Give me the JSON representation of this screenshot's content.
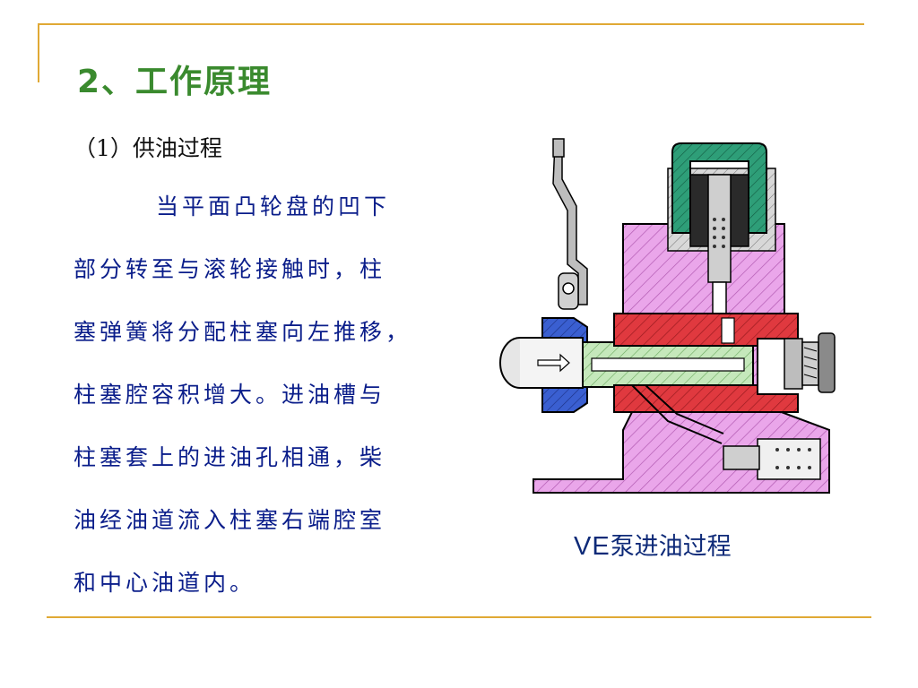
{
  "slide": {
    "title": "2、工作原理",
    "subtitle": "（1）供油过程",
    "body_lines": [
      "当平面凸轮盘的凹下",
      "部分转至与滚轮接触时，柱",
      "塞弹簧将分配柱塞向左推移，",
      "柱塞腔容积增大。进油槽与",
      "柱塞套上的进油孔相通，柴",
      "油经油道流入柱塞右端腔室",
      "和中心油道内。"
    ],
    "figure": {
      "caption_latin": "VE",
      "caption_text": "泵进油过程"
    }
  },
  "colors": {
    "accent_rule": "#e0a935",
    "title": "#3a8a2e",
    "body_text": "#0a1d8a",
    "part_pink": "#e89ee8",
    "part_red": "#e0393f",
    "part_green": "#bfe6b5",
    "part_blue": "#3a5fd1",
    "part_teal": "#1f8f6a"
  }
}
